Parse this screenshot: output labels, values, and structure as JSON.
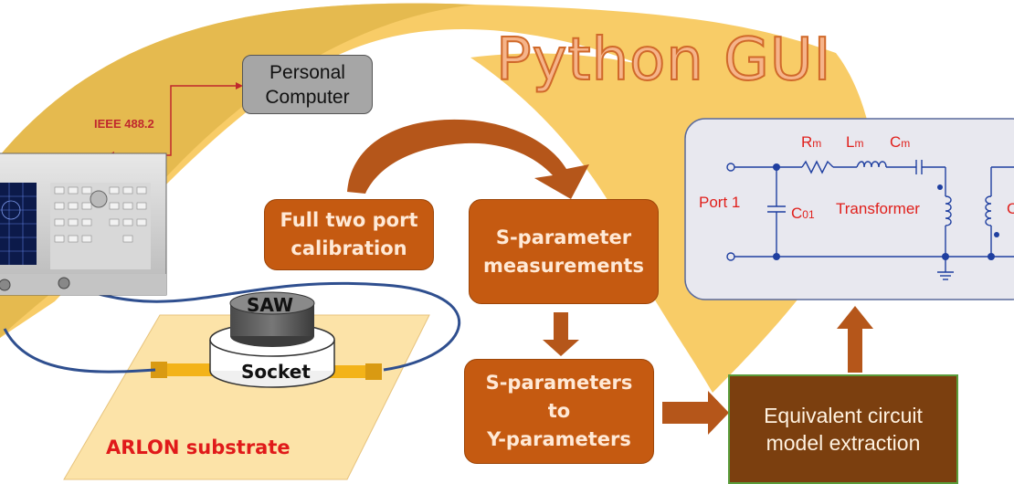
{
  "title": "Python GUI",
  "pc": "Personal\nComputer",
  "ieee": "IEEE 488.2",
  "calibration": "Full two port\ncalibration",
  "sparam_meas": "S-parameter\nmeasurements",
  "s_to_y": "S-parameters\nto\nY-parameters",
  "equiv": "Equivalent circuit\nmodel extraction",
  "saw": "SAW",
  "socket": "Socket",
  "substrate": "ARLON substrate",
  "circuit": {
    "rm_base": "R",
    "rm_sub": "m",
    "lm_base": "L",
    "lm_sub": "m",
    "cm_base": "C",
    "cm_sub": "m",
    "port": "Port 1",
    "c01_base": "C",
    "c01_sub": "01",
    "transformer": "Transformer",
    "clipped": "C"
  },
  "colors": {
    "arrow_yellow": "#f7c85a",
    "box_orange": "#c55a11",
    "box_brown": "#7b3f0f",
    "circuit_red": "#e0201c",
    "title_fill": "#f6b48a"
  }
}
